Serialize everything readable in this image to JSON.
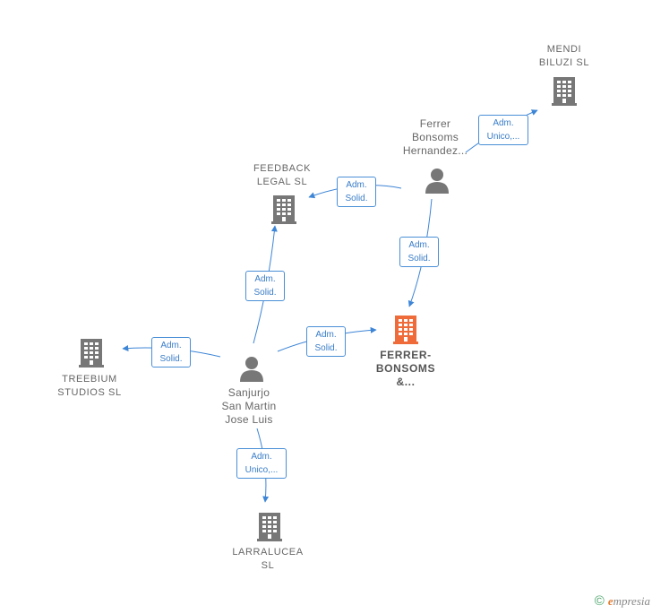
{
  "colors": {
    "edge": "#3d85d6",
    "company_icon": "#777777",
    "main_company_icon": "#ef6b3a",
    "person_icon": "#777777"
  },
  "nodes": {
    "mendi_biluzi": {
      "label_lines": [
        "MENDI",
        "BILUZI  SL"
      ],
      "icon": "building-icon"
    },
    "feedback_legal": {
      "label_lines": [
        "FEEDBACK",
        "LEGAL  SL"
      ],
      "icon": "building-icon"
    },
    "ferrer_bonsoms_hernandez": {
      "label_lines": [
        "Ferrer",
        "Bonsoms",
        "Hernandez..."
      ],
      "icon": "person-icon"
    },
    "ferrer_bonsoms_company": {
      "label_lines": [
        "FERRER-",
        "BONSOMS",
        "&..."
      ],
      "icon": "building-icon"
    },
    "treebium_studios": {
      "label_lines": [
        "TREEBIUM",
        "STUDIOS  SL"
      ],
      "icon": "building-icon"
    },
    "sanjurjo": {
      "label_lines": [
        "Sanjurjo",
        "San Martin",
        "Jose Luis"
      ],
      "icon": "person-icon"
    },
    "larralucea": {
      "label_lines": [
        "LARRALUCEA",
        "SL"
      ],
      "icon": "building-icon"
    }
  },
  "edges": [
    {
      "id": "e1",
      "lines": [
        "Adm.",
        "Unico,..."
      ]
    },
    {
      "id": "e2",
      "lines": [
        "Adm.",
        "Solid."
      ]
    },
    {
      "id": "e3",
      "lines": [
        "Adm.",
        "Solid."
      ]
    },
    {
      "id": "e4",
      "lines": [
        "Adm.",
        "Solid."
      ]
    },
    {
      "id": "e5",
      "lines": [
        "Adm.",
        "Solid."
      ]
    },
    {
      "id": "e6",
      "lines": [
        "Adm.",
        "Solid."
      ]
    },
    {
      "id": "e7",
      "lines": [
        "Adm.",
        "Unico,..."
      ]
    }
  ],
  "footer": {
    "copyright_symbol": "©",
    "brand_first": "e",
    "brand_rest": "mpresia"
  }
}
